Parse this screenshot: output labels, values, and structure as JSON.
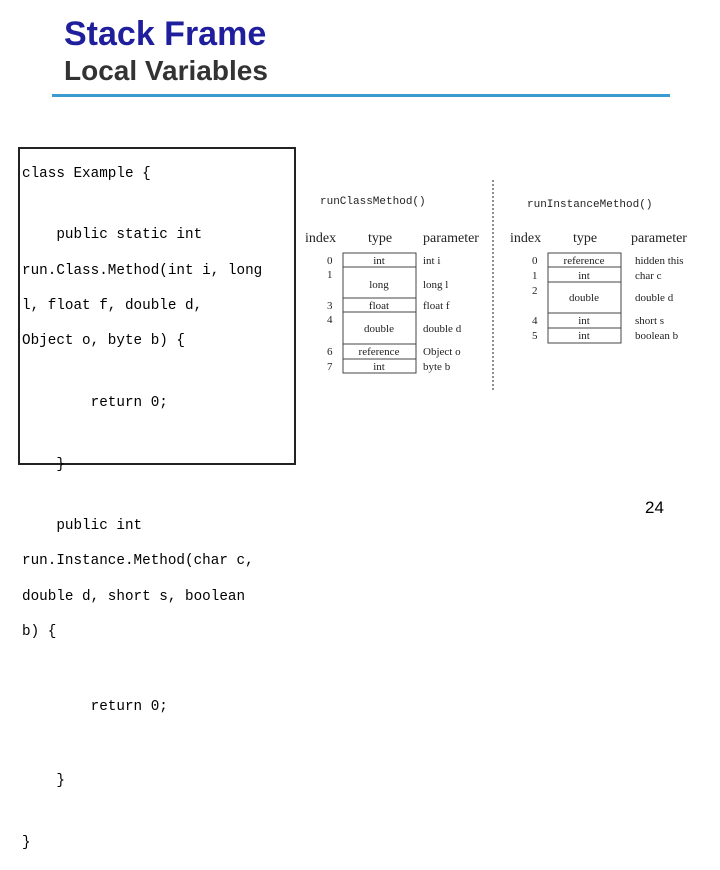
{
  "title": "Stack Frame",
  "subtitle": "Local Variables",
  "code": {
    "line1": "class Example {",
    "line2": "    public static int",
    "line3": "run.Class.Method(int i, long",
    "line4": "l, float f, double d,",
    "line5": "Object o, byte b) {",
    "line6": "        return 0;",
    "line7": "    }",
    "line8": "    public int",
    "line9": "run.Instance.Method(char c,",
    "line10": "double d, short s, boolean",
    "line11": "b) {",
    "line12": "        return 0;",
    "line13": "    }",
    "line14": "}"
  },
  "frames": {
    "left": {
      "name": "runClassMethod()",
      "headers": {
        "index": "index",
        "type": "type",
        "parameter": "parameter"
      },
      "rows": [
        {
          "index": "0",
          "type": "int",
          "param": "int i"
        },
        {
          "index": "1",
          "type": "long",
          "param": "long l"
        },
        {
          "index": "3",
          "type": "float",
          "param": "float f"
        },
        {
          "index": "4",
          "type": "double",
          "param": "double d"
        },
        {
          "index": "6",
          "type": "reference",
          "param": "Object o"
        },
        {
          "index": "7",
          "type": "int",
          "param": "byte b"
        }
      ]
    },
    "right": {
      "name": "runInstanceMethod()",
      "headers": {
        "index": "index",
        "type": "type",
        "parameter": "parameter"
      },
      "rows": [
        {
          "index": "0",
          "type": "reference",
          "param": "hidden this"
        },
        {
          "index": "1",
          "type": "int",
          "param": "char c"
        },
        {
          "index": "2",
          "type": "double",
          "param": "double d"
        },
        {
          "index": "4",
          "type": "int",
          "param": "short s"
        },
        {
          "index": "5",
          "type": "int",
          "param": "boolean b"
        }
      ]
    }
  },
  "page_number": "24"
}
